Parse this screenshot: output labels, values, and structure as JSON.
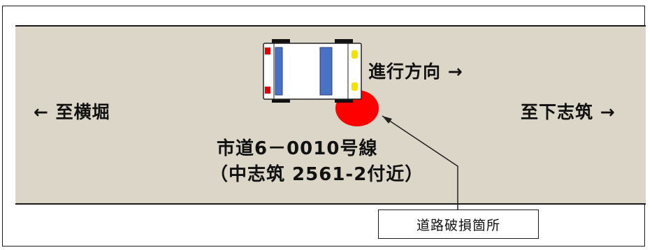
{
  "road": {
    "to_left": "← 至横堀",
    "to_right": "至下志筑 →",
    "direction": "進行方向 →",
    "route_name": "市道6－0010号線",
    "address": "（中志筑 2561-2付近）"
  },
  "callout": {
    "label": "道路破損箇所"
  },
  "colors": {
    "road": "#dcd6c8",
    "damage": "#ff0000",
    "vehicle_body": "#ffffff",
    "window": "#4a72c4",
    "headlight": "#f2e200",
    "taillight": "#e00000"
  }
}
